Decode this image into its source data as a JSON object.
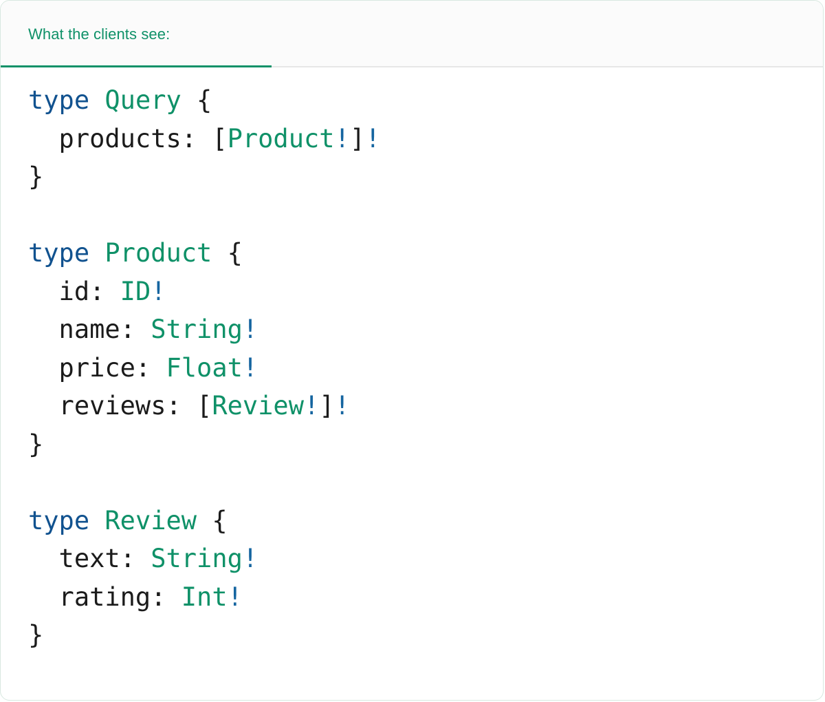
{
  "card": {
    "border_color": "#d8e8e0",
    "background": "#ffffff"
  },
  "header": {
    "background": "#fbfbfb",
    "divider_color": "#e6e6e6",
    "tabs": [
      {
        "label": "What the clients see:",
        "active": true,
        "color": "#0f9168",
        "underline_color": "#0f9168"
      }
    ]
  },
  "code": {
    "language": "graphql",
    "colors": {
      "keyword": "#11528f",
      "type": "#0f9168",
      "non_null": "#1565a0",
      "punctuation": "#1b1b1b",
      "field": "#1b1b1b"
    },
    "raw": "type Query {\n  products: [Product!]!\n}\n\ntype Product {\n  id: ID!\n  name: String!\n  price: Float!\n  reviews: [Review!]!\n}\n\ntype Review {\n  text: String!\n  rating: Int!\n}",
    "lines": [
      [
        {
          "t": "type",
          "c": "kw"
        },
        {
          "t": " ",
          "c": "punc"
        },
        {
          "t": "Query",
          "c": "type"
        },
        {
          "t": " {",
          "c": "punc"
        }
      ],
      [
        {
          "t": "  products:",
          "c": "name"
        },
        {
          "t": " [",
          "c": "punc"
        },
        {
          "t": "Product",
          "c": "type"
        },
        {
          "t": "!",
          "c": "bang"
        },
        {
          "t": "]",
          "c": "punc"
        },
        {
          "t": "!",
          "c": "bang"
        }
      ],
      [
        {
          "t": "}",
          "c": "punc"
        }
      ],
      [],
      [
        {
          "t": "type",
          "c": "kw"
        },
        {
          "t": " ",
          "c": "punc"
        },
        {
          "t": "Product",
          "c": "type"
        },
        {
          "t": " {",
          "c": "punc"
        }
      ],
      [
        {
          "t": "  id:",
          "c": "name"
        },
        {
          "t": " ",
          "c": "punc"
        },
        {
          "t": "ID",
          "c": "type"
        },
        {
          "t": "!",
          "c": "bang"
        }
      ],
      [
        {
          "t": "  name:",
          "c": "name"
        },
        {
          "t": " ",
          "c": "punc"
        },
        {
          "t": "String",
          "c": "type"
        },
        {
          "t": "!",
          "c": "bang"
        }
      ],
      [
        {
          "t": "  price:",
          "c": "name"
        },
        {
          "t": " ",
          "c": "punc"
        },
        {
          "t": "Float",
          "c": "type"
        },
        {
          "t": "!",
          "c": "bang"
        }
      ],
      [
        {
          "t": "  reviews:",
          "c": "name"
        },
        {
          "t": " [",
          "c": "punc"
        },
        {
          "t": "Review",
          "c": "type"
        },
        {
          "t": "!",
          "c": "bang"
        },
        {
          "t": "]",
          "c": "punc"
        },
        {
          "t": "!",
          "c": "bang"
        }
      ],
      [
        {
          "t": "}",
          "c": "punc"
        }
      ],
      [],
      [
        {
          "t": "type",
          "c": "kw"
        },
        {
          "t": " ",
          "c": "punc"
        },
        {
          "t": "Review",
          "c": "type"
        },
        {
          "t": " {",
          "c": "punc"
        }
      ],
      [
        {
          "t": "  text:",
          "c": "name"
        },
        {
          "t": " ",
          "c": "punc"
        },
        {
          "t": "String",
          "c": "type"
        },
        {
          "t": "!",
          "c": "bang"
        }
      ],
      [
        {
          "t": "  rating:",
          "c": "name"
        },
        {
          "t": " ",
          "c": "punc"
        },
        {
          "t": "Int",
          "c": "type"
        },
        {
          "t": "!",
          "c": "bang"
        }
      ],
      [
        {
          "t": "}",
          "c": "punc"
        }
      ]
    ]
  }
}
